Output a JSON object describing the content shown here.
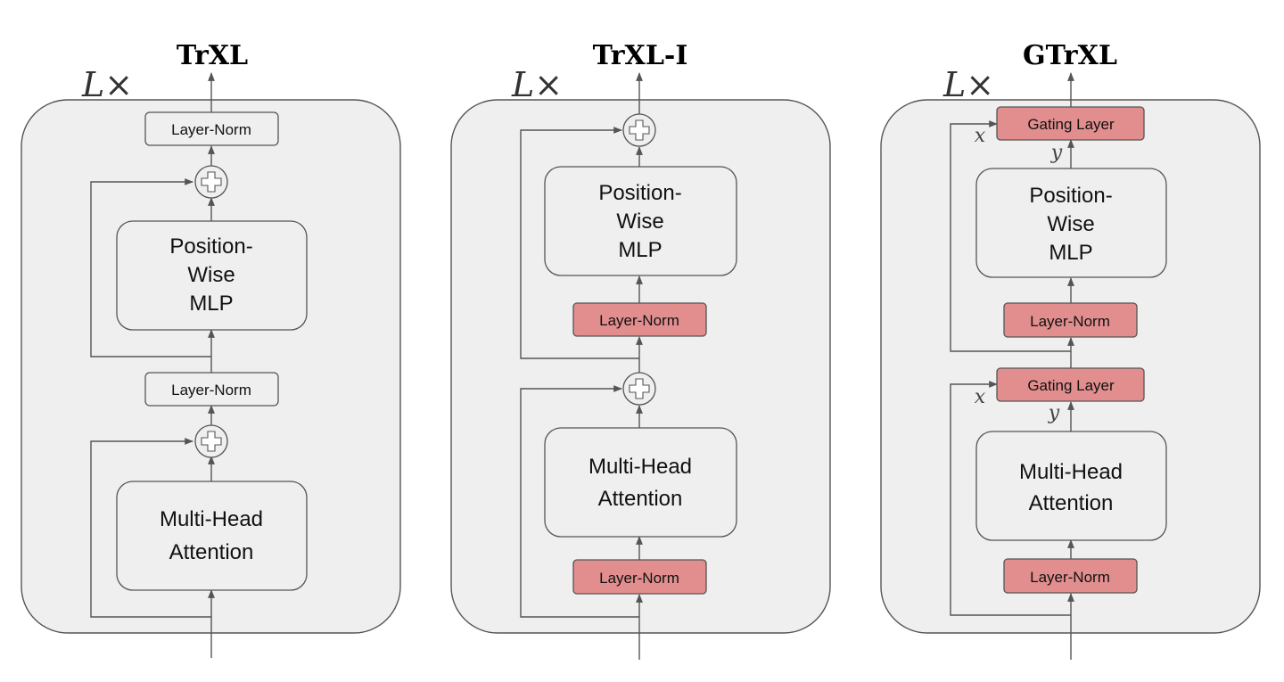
{
  "repeat_label": "L×",
  "panels": [
    {
      "title": "TrXL",
      "attention_label": [
        "Multi-Head",
        "Attention"
      ],
      "mlp_label": [
        "Position-",
        "Wise",
        "MLP"
      ],
      "layer_norm_label": "Layer-Norm"
    },
    {
      "title": "TrXL-I",
      "attention_label": [
        "Multi-Head",
        "Attention"
      ],
      "mlp_label": [
        "Position-",
        "Wise",
        "MLP"
      ],
      "layer_norm_label": "Layer-Norm"
    },
    {
      "title": "GTrXL",
      "attention_label": [
        "Multi-Head",
        "Attention"
      ],
      "mlp_label": [
        "Position-",
        "Wise",
        "MLP"
      ],
      "layer_norm_label": "Layer-Norm",
      "gating_label": "Gating Layer",
      "gate_input_x": "x",
      "gate_input_y": "y"
    }
  ],
  "colors": {
    "panel_fill": "#efefef",
    "highlight_fill": "#e28e8e",
    "stroke": "#555555"
  }
}
